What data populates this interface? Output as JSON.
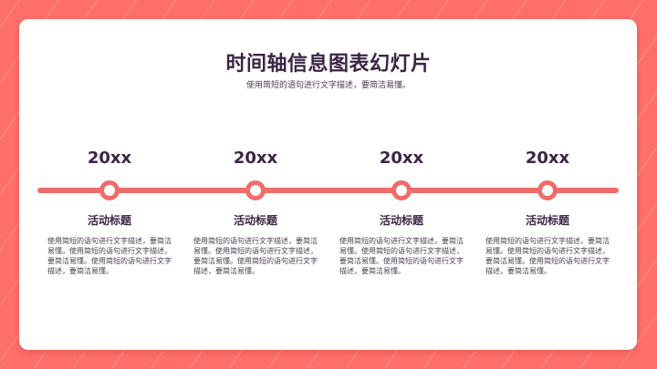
{
  "slide": {
    "title": "时间轴信息图表幻灯片",
    "subtitle": "使用简短的语句进行文字描述，要简洁易懂。"
  },
  "colors": {
    "background": "#ff6f6a",
    "accent": "#f06c6a",
    "text_dark": "#3b2444",
    "card": "#ffffff"
  },
  "timeline": {
    "items": [
      {
        "year": "20xx",
        "title": "活动标题",
        "description": "使用简短的语句进行文字描述，要简洁易懂。使用简短的语句进行文字描述，要简洁易懂。使用简短的语句进行文字描述，要简洁易懂。"
      },
      {
        "year": "20xx",
        "title": "活动标题",
        "description": "使用简短的语句进行文字描述，要简洁易懂。使用简短的语句进行文字描述，要简洁易懂。使用简短的语句进行文字描述，要简洁易懂。"
      },
      {
        "year": "20xx",
        "title": "活动标题",
        "description": "使用简短的语句进行文字描述，要简洁易懂。使用简短的语句进行文字描述，要简洁易懂。使用简短的语句进行文字描述，要简洁易懂。"
      },
      {
        "year": "20xx",
        "title": "活动标题",
        "description": "使用简短的语句进行文字描述，要简洁易懂。使用简短的语句进行文字描述，要简洁易懂。使用简短的语句进行文字描述，要简洁易懂。"
      }
    ]
  }
}
